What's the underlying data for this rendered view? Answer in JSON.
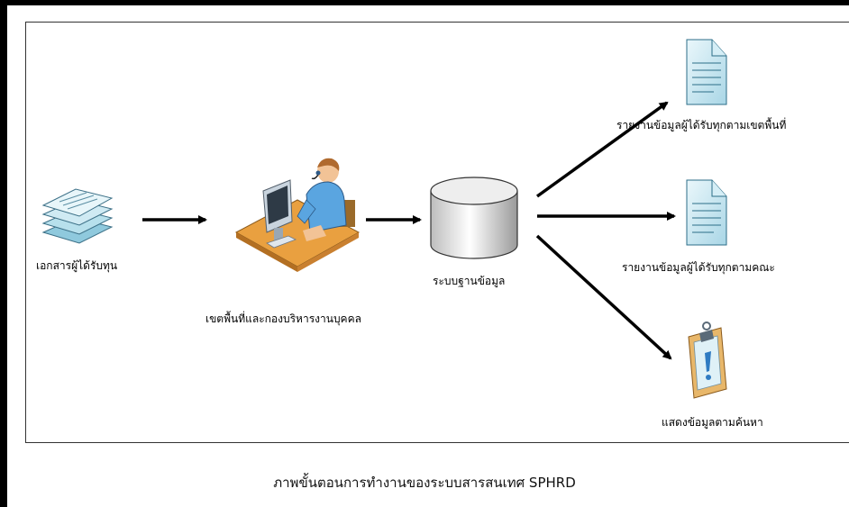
{
  "nodes": {
    "source_docs": {
      "label": "เอกสารผู้ได้รับทุน",
      "icon": "document-stack-icon"
    },
    "operator": {
      "label": "เขตพื้นที่และกองบริหารงานบุคคล",
      "icon": "computer-operator-icon"
    },
    "database": {
      "label": "ระบบฐานข้อมูล",
      "icon": "database-icon"
    },
    "report_area": {
      "label": "รายงานข้อมูลผู้ได้รับทุกตามเขตพื้นที่",
      "icon": "document-icon"
    },
    "report_faculty": {
      "label": "รายงานข้อมูลผู้ได้รับทุกตามคณะ",
      "icon": "document-icon"
    },
    "search": {
      "label": "แสดงข้อมูลตามค้นหา",
      "icon": "clipboard-alert-icon"
    }
  },
  "caption": "ภาพขั้นตอนการทำงานของระบบสารสนเทศ SPHRD"
}
